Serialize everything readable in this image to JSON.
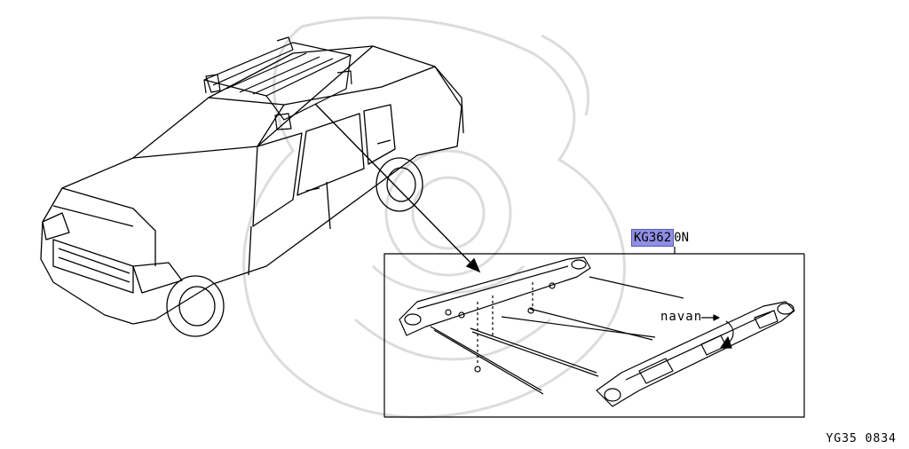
{
  "part_label": {
    "highlight": "KG362",
    "rest": "0N"
  },
  "callout": "navan",
  "figure_code": "YG35 0834",
  "colors": {
    "line": "#000000",
    "highlight": "#8f8fe6",
    "watermark": "#d9d9d9"
  },
  "icons": [
    "car-outline",
    "roof-rack",
    "rack-detail",
    "watermark-crest"
  ]
}
